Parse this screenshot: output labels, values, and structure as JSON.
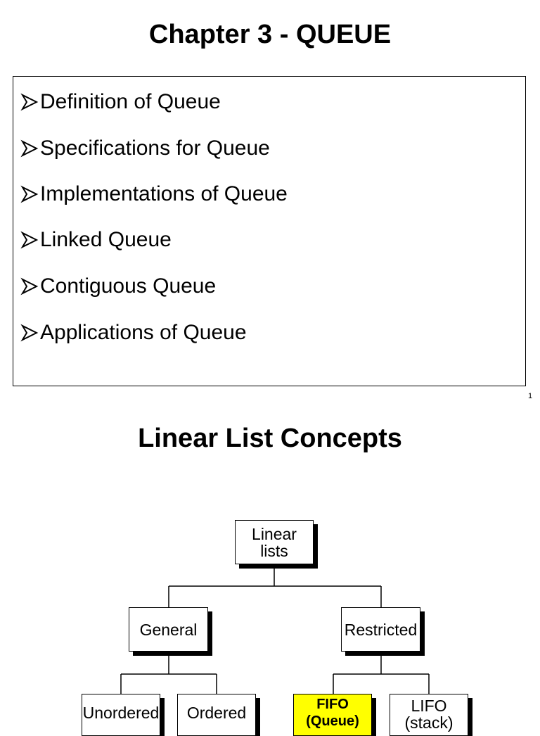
{
  "slide1": {
    "title": "Chapter 3 - QUEUE",
    "bullets": [
      "Definition of Queue",
      "Specifications for Queue",
      "Implementations of Queue",
      "Linked Queue",
      "Contiguous Queue",
      "Applications of Queue"
    ],
    "page_number": "1"
  },
  "slide2": {
    "title": "Linear List Concepts",
    "diagram": {
      "root": "Linear\nlists",
      "general": "General",
      "restricted": "Restricted",
      "unordered": "Unordered",
      "ordered": "Ordered",
      "fifo": "FIFO\n(Queue)",
      "lifo": "LIFO\n(stack)"
    }
  },
  "colors": {
    "highlight": "#ffff00",
    "border": "#000000",
    "background": "#ffffff"
  }
}
